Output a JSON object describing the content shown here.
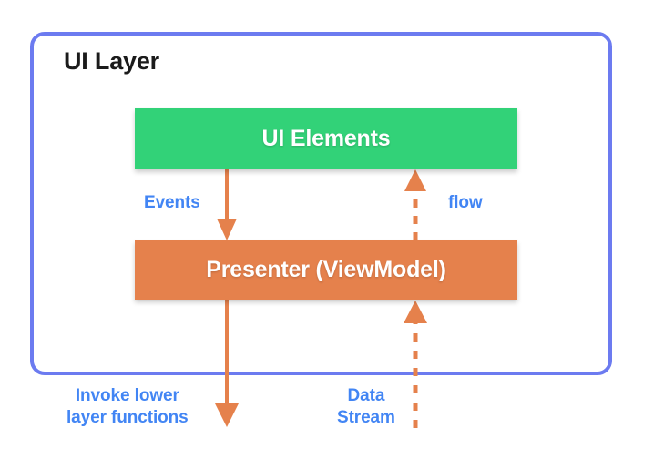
{
  "diagram": {
    "title": "UI Layer",
    "accent_border_color": "#6c7bf0",
    "label_color": "#4285f4",
    "arrow_color": "#e5814c",
    "nodes": [
      {
        "id": "ui-elements",
        "label": "UI Elements",
        "color": "#32d278"
      },
      {
        "id": "presenter",
        "label": "Presenter (ViewModel)",
        "color": "#e5814c"
      }
    ],
    "arrows": [
      {
        "id": "events",
        "label": "Events",
        "style": "solid",
        "direction": "down",
        "from": "ui-elements",
        "to": "presenter"
      },
      {
        "id": "flow",
        "label": "flow",
        "style": "dashed",
        "direction": "up",
        "from": "presenter",
        "to": "ui-elements"
      },
      {
        "id": "invoke-lower-layer",
        "label": "Invoke lower\nlayer functions",
        "style": "solid",
        "direction": "down",
        "from": "presenter",
        "to": "lower-layer"
      },
      {
        "id": "data-stream",
        "label": "Data\nStream",
        "style": "dashed",
        "direction": "up",
        "from": "lower-layer",
        "to": "presenter"
      }
    ]
  }
}
